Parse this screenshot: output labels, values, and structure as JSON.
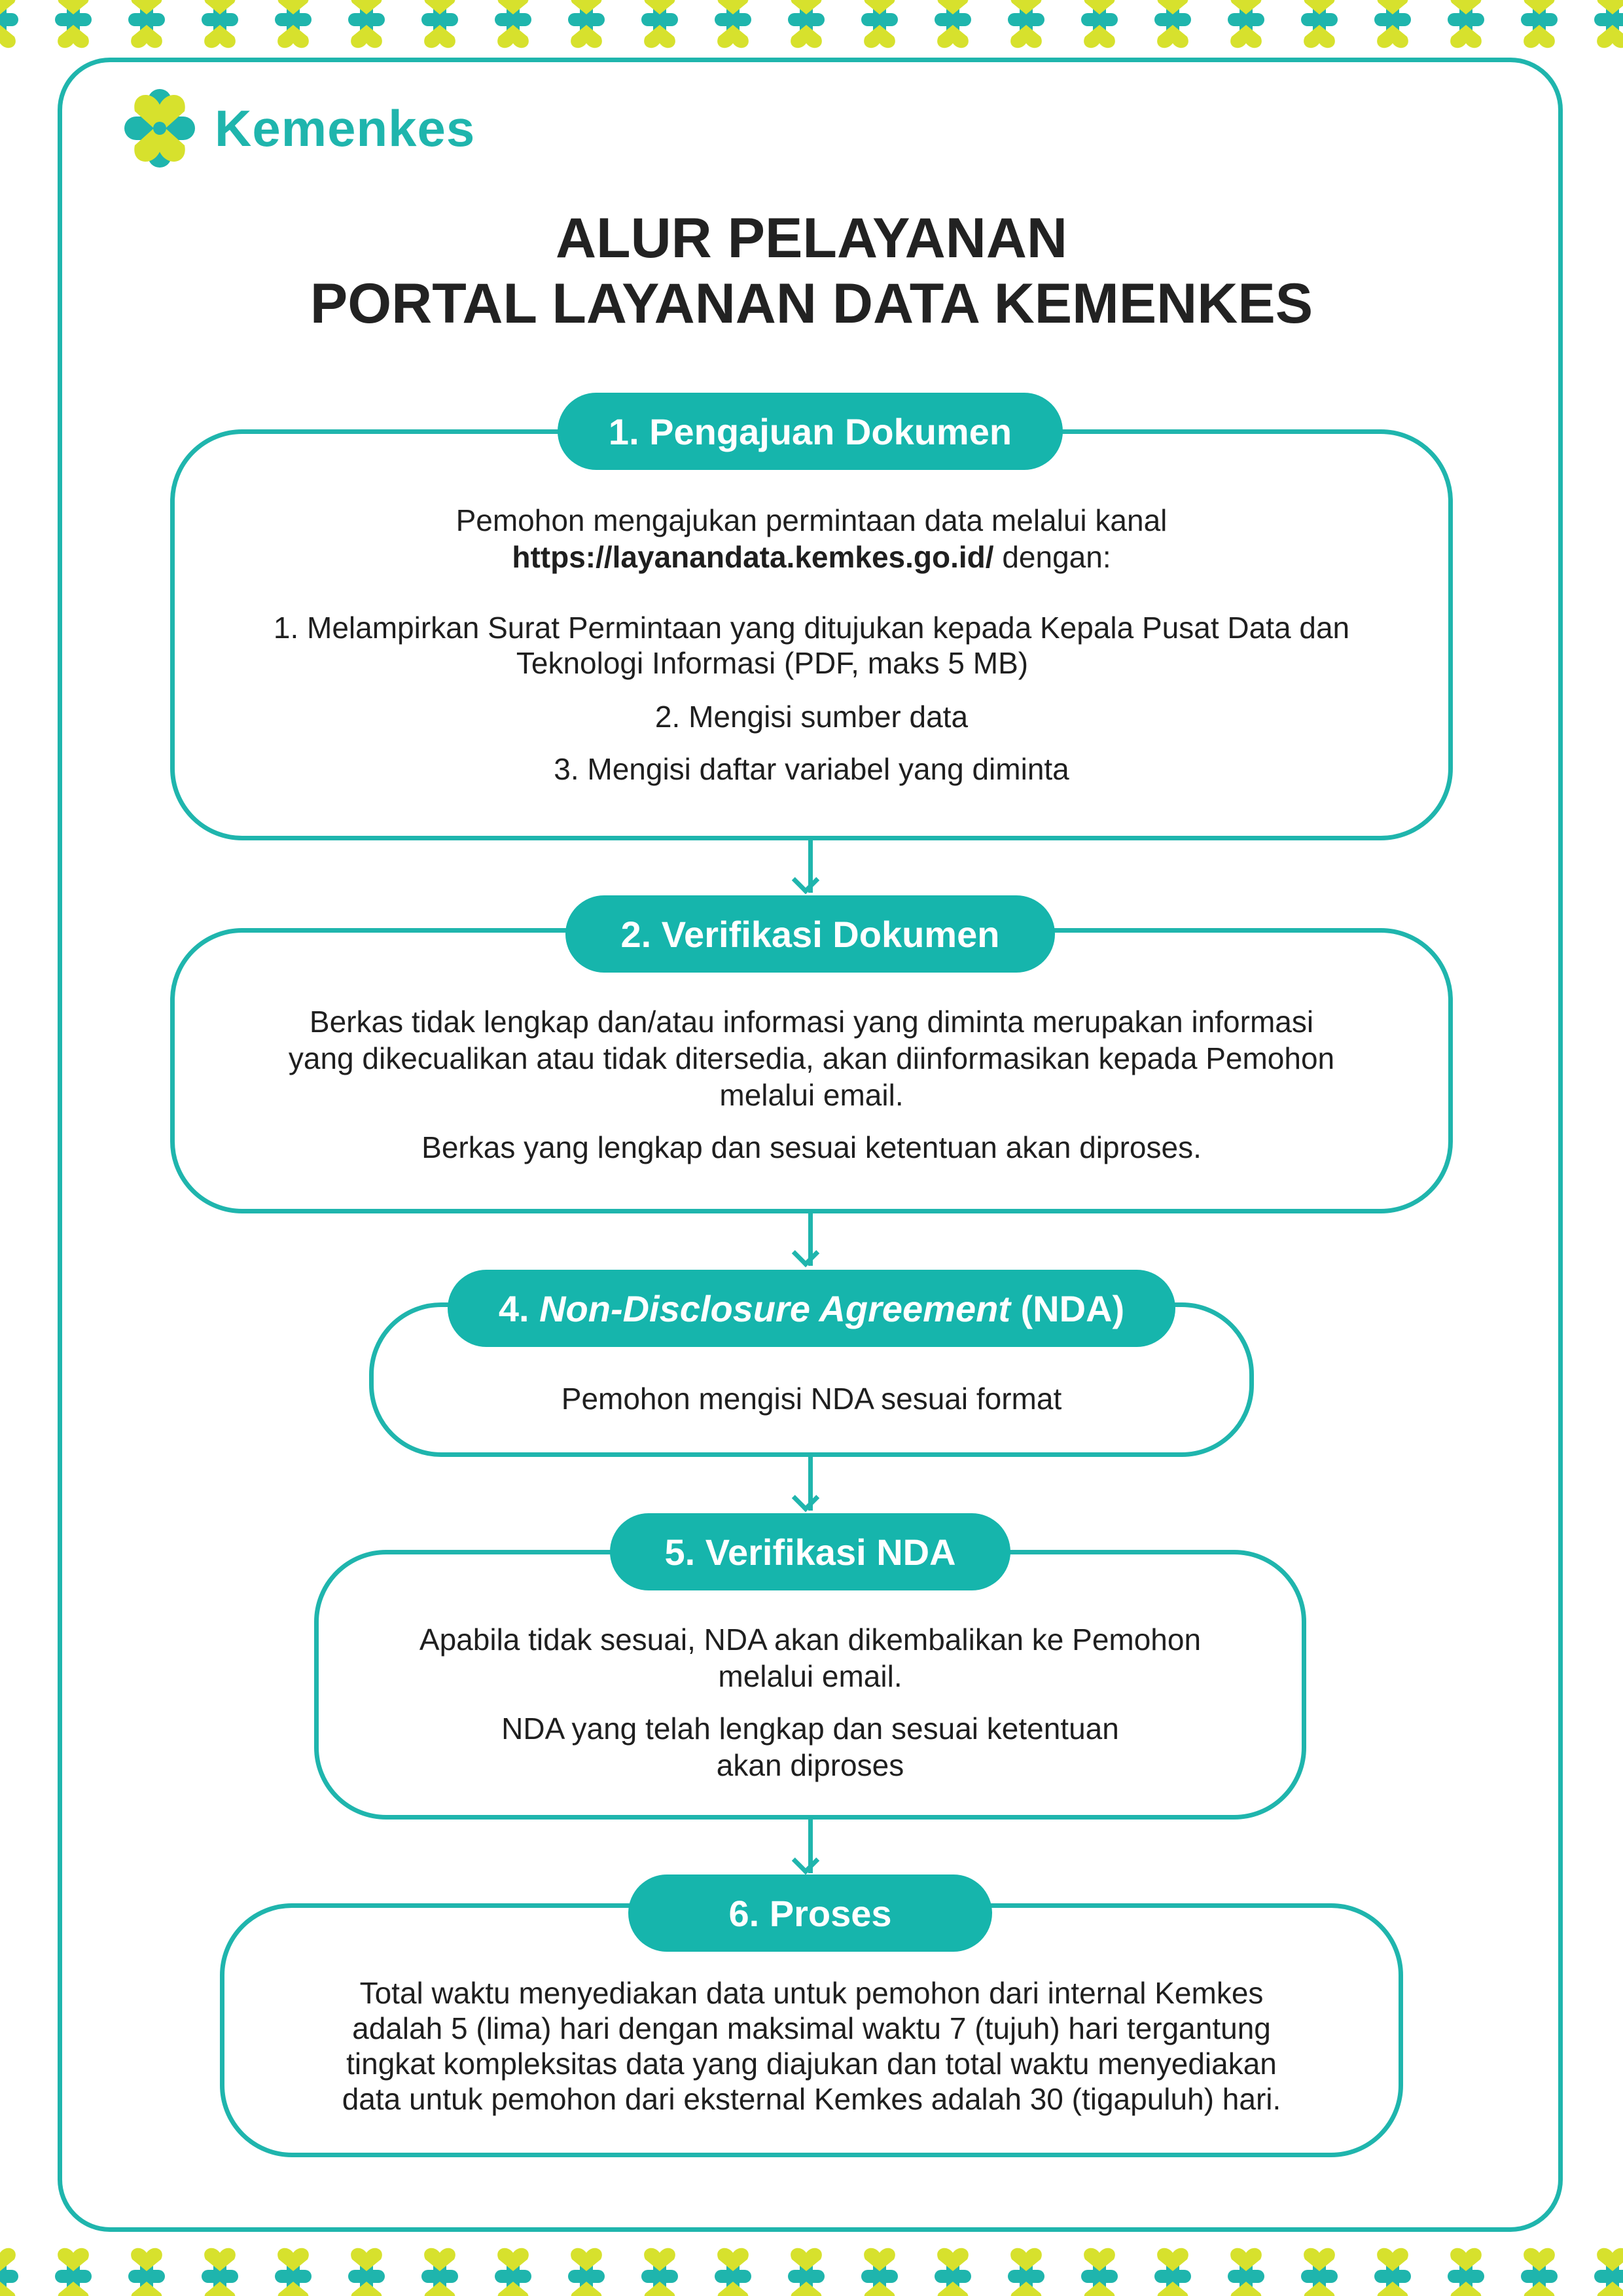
{
  "brand": {
    "name": "Kemenkes",
    "colors": {
      "teal": "#1fb5ad",
      "yellow": "#d7e12d",
      "text": "#1f1f1f"
    }
  },
  "title": {
    "line1": "ALUR PELAYANAN",
    "line2": "PORTAL LAYANAN DATA KEMENKES"
  },
  "steps": [
    {
      "label": "1. Pengajuan Dokumen",
      "intro_line1": "Pemohon mengajukan permintaan data melalui kanal",
      "url": "https://layanandata.kemkes.go.id/",
      "url_suffix": " dengan:",
      "items": [
        {
          "line1": "1. Melampirkan Surat Permintaan yang ditujukan kepada Kepala Pusat Data dan",
          "line2": "Teknologi Informasi (PDF, maks 5 MB)"
        },
        {
          "line1": "2. Mengisi sumber data"
        },
        {
          "line1": "3. Mengisi daftar variabel yang diminta"
        }
      ]
    },
    {
      "label": "2. Verifikasi Dokumen",
      "para1": [
        "Berkas tidak lengkap dan/atau informasi yang diminta merupakan informasi",
        "yang dikecualikan atau tidak ditersedia, akan diinformasikan kepada Pemohon",
        "melalui email."
      ],
      "para2": "Berkas yang lengkap dan sesuai ketentuan akan diproses."
    },
    {
      "label_prefix": "4.",
      "label_italic": "Non-Disclosure Agreement",
      "label_suffix": "(NDA)",
      "text": "Pemohon mengisi NDA sesuai format"
    },
    {
      "label": "5. Verifikasi NDA",
      "para1": [
        "Apabila tidak sesuai, NDA akan dikembalikan ke Pemohon",
        "melalui email."
      ],
      "para2": [
        "NDA yang telah lengkap dan sesuai ketentuan",
        "akan diproses"
      ]
    },
    {
      "label": "6. Proses",
      "lines": [
        "Total waktu menyediakan data untuk pemohon dari internal Kemkes",
        "adalah 5 (lima) hari dengan maksimal waktu 7 (tujuh) hari tergantung",
        "tingkat kompleksitas data yang diajukan dan total waktu menyediakan",
        "data untuk pemohon dari eksternal Kemkes adalah 30 (tigapuluh) hari."
      ]
    }
  ]
}
